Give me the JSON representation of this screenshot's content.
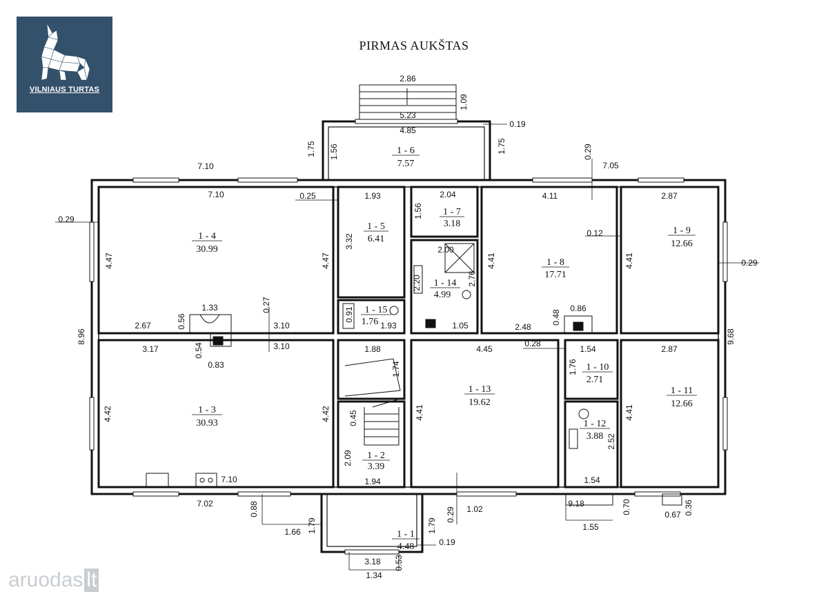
{
  "logo": {
    "text": "VILNIAUS TURTAS",
    "icon": "howling-wolf-icon",
    "bg": "#34516b"
  },
  "title": "PIRMAS AUKŠTAS",
  "watermark": {
    "prefix": "aruodas",
    "suffix": "lt"
  },
  "rooms": [
    {
      "id": "1 - 1",
      "area": "4.48"
    },
    {
      "id": "1 - 2",
      "area": "3.39"
    },
    {
      "id": "1 - 3",
      "area": "30.93"
    },
    {
      "id": "1 - 4",
      "area": "30.99"
    },
    {
      "id": "1 - 5",
      "area": "6.41"
    },
    {
      "id": "1 - 6",
      "area": "7.57"
    },
    {
      "id": "1 - 7",
      "area": "3.18"
    },
    {
      "id": "1 - 8",
      "area": "17.71"
    },
    {
      "id": "1 - 9",
      "area": "12.66"
    },
    {
      "id": "1 - 10",
      "area": "2.71"
    },
    {
      "id": "1 - 11",
      "area": "12.66"
    },
    {
      "id": "1 - 12",
      "area": "3.88"
    },
    {
      "id": "1 - 13",
      "area": "19.62"
    },
    {
      "id": "1 - 14",
      "area": "4.99"
    },
    {
      "id": "1 - 15",
      "area": "1.76"
    }
  ],
  "dimensions": [
    "2.86",
    "1.09",
    "5.23",
    "4.85",
    "0.19",
    "1.75",
    "1.56",
    "1.75",
    "0.29",
    "7.05",
    "7.10",
    "7.10",
    "0.25",
    "1.93",
    "2.04",
    "1.56",
    "4.11",
    "2.87",
    "0.29",
    "4.47",
    "3.32",
    "4.47",
    "0.12",
    "4.41",
    "4.41",
    "0.29",
    "2.00",
    "2.20",
    "2.76",
    "0.91",
    "1.93",
    "1.33",
    "0.27",
    "0.56",
    "2.67",
    "3.10",
    "1.05",
    "0.48",
    "0.86",
    "2.48",
    "0.54",
    "3.10",
    "3.17",
    "0.83",
    "1.88",
    "1.74",
    "4.45",
    "0.28",
    "1.54",
    "1.76",
    "2.87",
    "8.96",
    "9.68",
    "4.42",
    "4.42",
    "0.45",
    "4.41",
    "2.52",
    "4.41",
    "2.09",
    "7.10",
    "1.94",
    "1.54",
    "7.02",
    "0.88",
    "1.79",
    "1.79",
    "0.29",
    "1.02",
    "9.18",
    "0.70",
    "0.67",
    "0.36",
    "1.66",
    "0.19",
    "1.55",
    "3.18",
    "0.53",
    "1.34"
  ]
}
